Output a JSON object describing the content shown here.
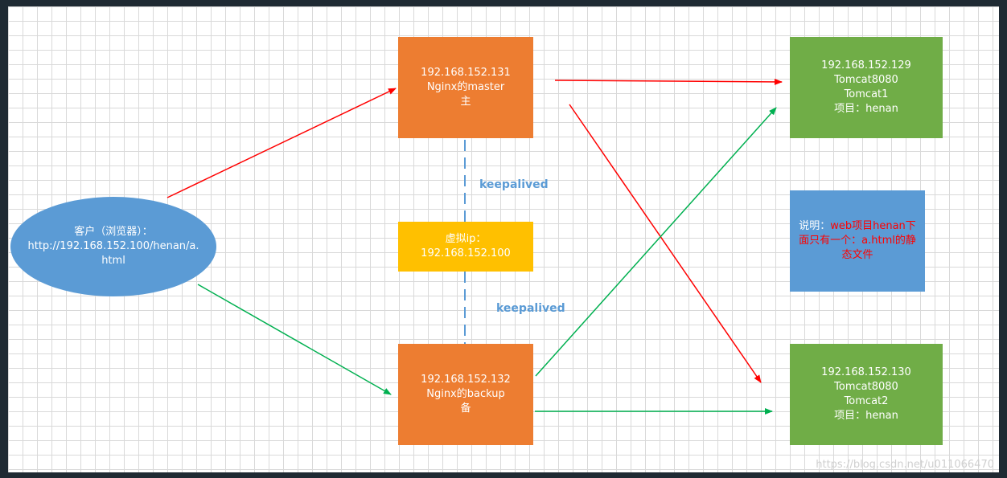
{
  "master": {
    "ip": "192.168.152.131",
    "role": "Nginx的master",
    "tag": "主"
  },
  "backup": {
    "ip": "192.168.152.132",
    "role": "Nginx的backup",
    "tag": "备"
  },
  "vip": {
    "label": "虚拟ip：",
    "ip": "192.168.152.100"
  },
  "client": {
    "line1": "客户（浏览器）：",
    "line2": "http://192.168.152.100/henan/a.",
    "line3": "html"
  },
  "tomcat1": {
    "ip": "192.168.152.129",
    "port": "Tomcat8080",
    "name": "Tomcat1",
    "project": "项目：henan"
  },
  "tomcat2": {
    "ip": "192.168.152.130",
    "port": "Tomcat8080",
    "name": "Tomcat2",
    "project": "项目：henan"
  },
  "keepalived_top": "keepalived",
  "keepalived_bottom": "keepalived",
  "note": {
    "prefix": "说明：",
    "highlight": "web项目henan下面只有一个：a.html的静态文件"
  },
  "watermark": "https://blog.csdn.net/u011066470",
  "colors": {
    "nginx": "#ed7d31",
    "tomcat": "#70ad47",
    "vip": "#ffc000",
    "client": "#5b9bd5",
    "note": "#5b9bd5",
    "master_path": "#ff0000",
    "backup_path": "#00b050",
    "keepalived": "#5b9bd5"
  }
}
